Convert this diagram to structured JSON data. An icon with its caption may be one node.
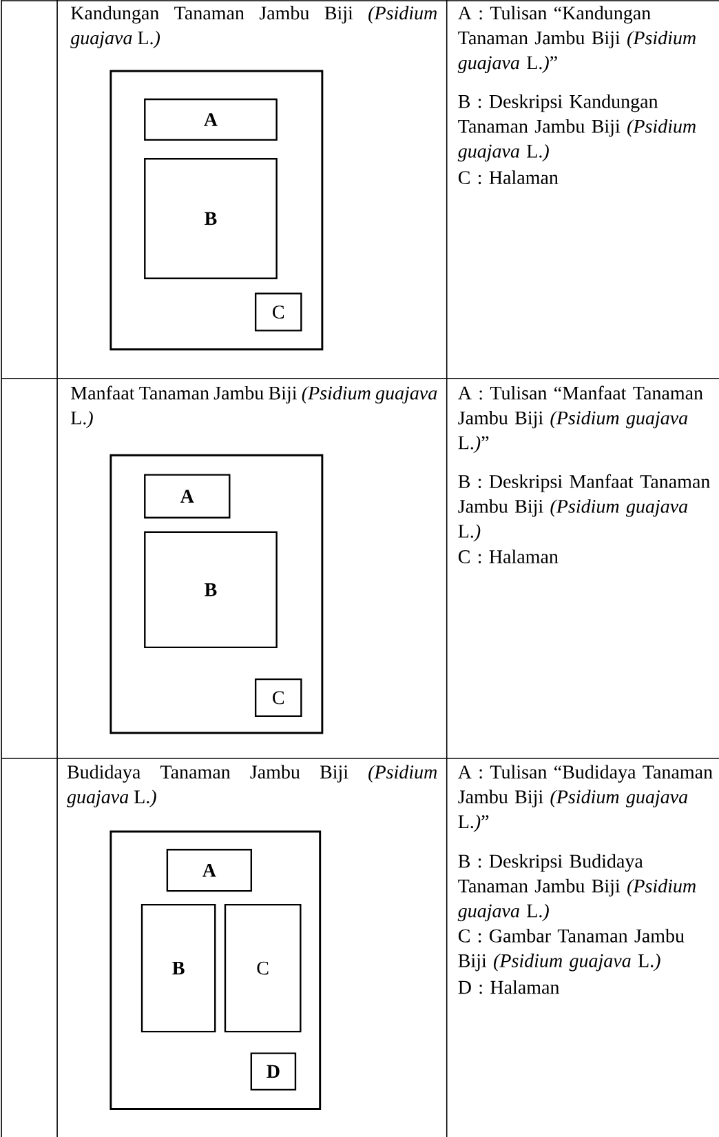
{
  "diagram": {
    "nodes": [
      {
        "text": [],
        "shape": "box"
      },
      {
        "text": [
          "A"
        ],
        "in": 0
      },
      {
        "text": [
          "B"
        ],
        "in": 0
      },
      {
        "text": [
          "C"
        ],
        "in": 0
      },
      {
        "text": [],
        "shape": "box"
      },
      {
        "text": [
          "A"
        ],
        "in": 4
      },
      {
        "text": [
          "B"
        ],
        "in": 4
      },
      {
        "text": [
          "C"
        ],
        "in": 4
      },
      {
        "text": [],
        "shape": "box"
      },
      {
        "text": [
          "A"
        ],
        "in": 8
      },
      {
        "text": [
          "B"
        ],
        "in": 8
      },
      {
        "text": [
          "C"
        ],
        "in": 8
      },
      {
        "text": [
          "D"
        ],
        "in": 8
      }
    ],
    "edges": [],
    "labels": [
      "Kandungan Tanaman Jambu Biji *(Psidium guajava* L.*)*",
      "A : Tulisan “Kandungan Tanaman Jambu Biji *(Psidium guajava* L.*)*”",
      "B : Deskripsi Kandungan Tanaman Jambu Biji *(Psidium guajava* L.*)*",
      "C : Halaman",
      "Manfaat Tanaman Jambu Biji *(Psidium guajava* L.*)*",
      "A : Tulisan “Manfaat Tanaman Jambu Biji *(Psidium guajava* L.*)*”",
      "B : Deskripsi Manfaat Tanaman Jambu Biji *(Psidium guajava* L.*)*",
      "C : Halaman",
      "Budidaya Tanaman Jambu Biji *(Psidium guajava* L.*)*",
      "A : Tulisan “Budidaya Tanaman Jambu Biji *(Psidium guajava* L.*)*”",
      "B : Deskripsi Budidaya Tanaman Jambu Biji *(Psidium guajava* L.*)*",
      "C : Gambar Tanaman Jambu Biji *(Psidium guajava* L.*)*",
      "D : Halaman"
    ]
  }
}
